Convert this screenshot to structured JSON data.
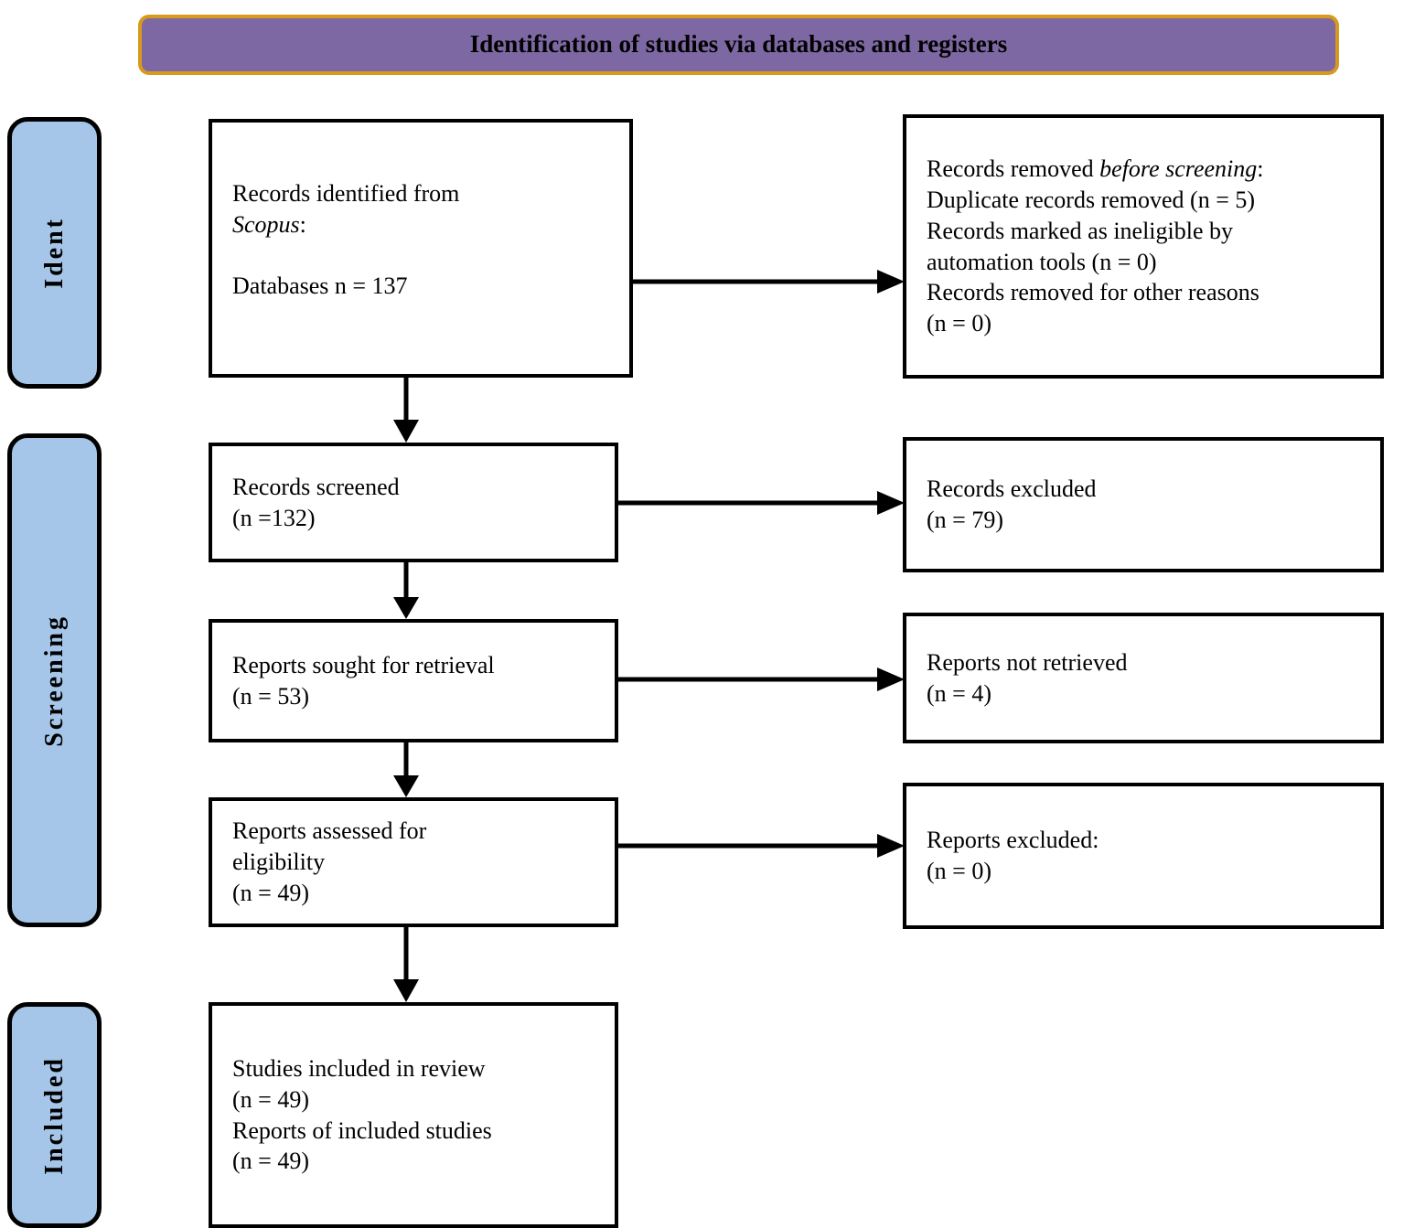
{
  "header": {
    "title": "Identification of studies via databases and registers",
    "background_color": "#7e68a3",
    "border_color": "#d79a1c"
  },
  "rails": {
    "background_color": "#a5c6e8",
    "border_color": "#000000",
    "items": [
      {
        "id": "identification",
        "label": "Ident"
      },
      {
        "id": "screening",
        "label": "Screening"
      },
      {
        "id": "included",
        "label": "Included"
      }
    ]
  },
  "boxes": {
    "identified": {
      "line1": "Records identified from",
      "line2_italic": "Scopus",
      "line2_suffix": ":",
      "line3": "",
      "line4": "Databases n = 137"
    },
    "removed": {
      "line1_prefix": "Records removed ",
      "line1_italic": "before screening",
      "line1_suffix": ":",
      "line2": "Duplicate records removed (n = 5)",
      "line3": "Records marked as ineligible by",
      "line4": "automation tools (n = 0)",
      "line5": "Records removed for other reasons",
      "line6": "(n = 0)"
    },
    "screened": {
      "line1": "Records screened",
      "line2": "(n =132)"
    },
    "records_excluded": {
      "line1": "Records excluded",
      "line2": "(n = 79)"
    },
    "sought": {
      "line1": "Reports sought for retrieval",
      "line2": "(n = 53)"
    },
    "not_retrieved": {
      "line1": "Reports not retrieved",
      "line2": "(n = 4)"
    },
    "assessed": {
      "line1": "Reports assessed for",
      "line2": "eligibility",
      "line3": "(n = 49)"
    },
    "reports_excluded": {
      "line1": "Reports excluded:",
      "line2": "(n = 0)"
    },
    "included": {
      "line1": "Studies included in review",
      "line2": "(n = 49)",
      "line3": "Reports of included studies",
      "line4": "(n = 49)"
    }
  },
  "chart_data": {
    "type": "diagram",
    "title": "Identification of studies via databases and registers",
    "nodes": [
      {
        "id": "identified",
        "stage": "Identification",
        "label": "Records identified from Scopus: Databases",
        "n": 137
      },
      {
        "id": "removed",
        "stage": "Identification",
        "label": "Records removed before screening",
        "duplicate_records_removed": 5,
        "marked_ineligible_by_automation_tools": 0,
        "removed_for_other_reasons": 0
      },
      {
        "id": "screened",
        "stage": "Screening",
        "label": "Records screened",
        "n": 132
      },
      {
        "id": "records_excluded",
        "stage": "Screening",
        "label": "Records excluded",
        "n": 79
      },
      {
        "id": "sought",
        "stage": "Screening",
        "label": "Reports sought for retrieval",
        "n": 53
      },
      {
        "id": "not_retrieved",
        "stage": "Screening",
        "label": "Reports not retrieved",
        "n": 4
      },
      {
        "id": "assessed",
        "stage": "Screening",
        "label": "Reports assessed for eligibility",
        "n": 49
      },
      {
        "id": "reports_excluded",
        "stage": "Screening",
        "label": "Reports excluded",
        "n": 0
      },
      {
        "id": "included",
        "stage": "Included",
        "label": "Studies included in review",
        "n": 49,
        "reports_of_included_studies": 49
      }
    ],
    "edges": [
      {
        "from": "identified",
        "to": "removed",
        "direction": "right"
      },
      {
        "from": "identified",
        "to": "screened",
        "direction": "down"
      },
      {
        "from": "screened",
        "to": "records_excluded",
        "direction": "right"
      },
      {
        "from": "screened",
        "to": "sought",
        "direction": "down"
      },
      {
        "from": "sought",
        "to": "not_retrieved",
        "direction": "right"
      },
      {
        "from": "sought",
        "to": "assessed",
        "direction": "down"
      },
      {
        "from": "assessed",
        "to": "reports_excluded",
        "direction": "right"
      },
      {
        "from": "assessed",
        "to": "included",
        "direction": "down"
      }
    ]
  }
}
